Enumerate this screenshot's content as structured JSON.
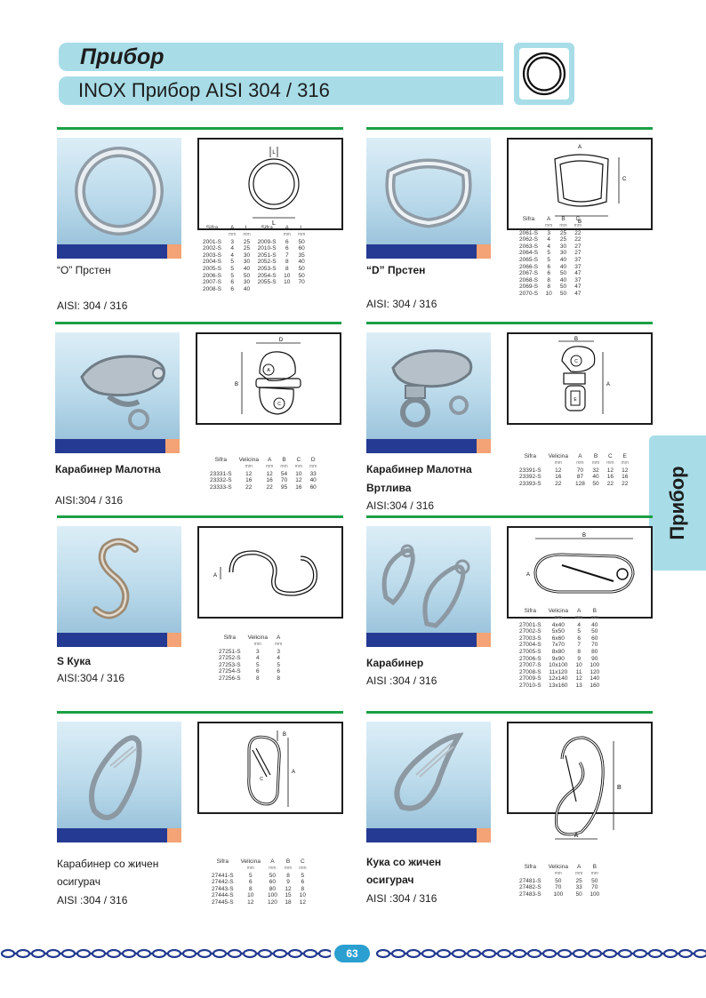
{
  "header": {
    "title": "Прибор",
    "subtitle": "INOX Прибор AISI 304 / 316"
  },
  "side_tab": "Прибор",
  "page_number": "63",
  "colors": {
    "header_bg": "#a8dde8",
    "green_rule": "#1aa045",
    "blue_bar": "#253a92",
    "orange_bar": "#f3a375",
    "chain": "#233a8f",
    "page_badge": "#2a9fd0"
  },
  "sections": [
    {
      "name_line1": "“O” Прстен",
      "name_line2": "",
      "material": "AISI: 304 / 316",
      "drawing_labels": [
        "L",
        "L"
      ],
      "headers": [
        "Sifra",
        "A",
        "L",
        "Sifra",
        "A",
        "L"
      ],
      "units": [
        "",
        "mm",
        "mm",
        "",
        "mm",
        "mm"
      ],
      "rows": [
        [
          "2001-S",
          "3",
          "25",
          "2009-S",
          "6",
          "50"
        ],
        [
          "2002-S",
          "4",
          "25",
          "2010-S",
          "6",
          "60"
        ],
        [
          "2003-S",
          "4",
          "30",
          "2051-S",
          "7",
          "35"
        ],
        [
          "2004-S",
          "5",
          "30",
          "2052-S",
          "8",
          "40"
        ],
        [
          "2005-S",
          "5",
          "40",
          "2053-S",
          "8",
          "50"
        ],
        [
          "2006-S",
          "5",
          "50",
          "2054-S",
          "10",
          "50"
        ],
        [
          "2007-S",
          "6",
          "30",
          "2055-S",
          "10",
          "70"
        ],
        [
          "2008-S",
          "6",
          "40",
          "",
          "",
          ""
        ]
      ]
    },
    {
      "name_line1": "“D” Прстен",
      "name_line2": "",
      "material": "AISI: 304 / 316",
      "drawing_labels": [
        "A",
        "C",
        "B"
      ],
      "headers": [
        "Sifra",
        "A",
        "B",
        "C"
      ],
      "units": [
        "",
        "mm",
        "mm",
        "mm"
      ],
      "rows": [
        [
          "2061-S",
          "3",
          "25",
          "22"
        ],
        [
          "2062-S",
          "4",
          "25",
          "22"
        ],
        [
          "2063-S",
          "4",
          "30",
          "27"
        ],
        [
          "2064-S",
          "5",
          "30",
          "27"
        ],
        [
          "2065-S",
          "5",
          "40",
          "37"
        ],
        [
          "2066-S",
          "6",
          "40",
          "37"
        ],
        [
          "2067-S",
          "6",
          "50",
          "47"
        ],
        [
          "2068-S",
          "8",
          "40",
          "37"
        ],
        [
          "2069-S",
          "8",
          "50",
          "47"
        ],
        [
          "2070-S",
          "10",
          "50",
          "47"
        ]
      ]
    },
    {
      "name_line1": "Карабинер Малотна",
      "name_line2": "",
      "material": "AISI:304 / 316",
      "drawing_labels": [
        "D",
        "A",
        "B",
        "C"
      ],
      "headers": [
        "Sifra",
        "Velicina",
        "A",
        "B",
        "C",
        "D"
      ],
      "units": [
        "",
        "mm",
        "mm",
        "mm",
        "mm",
        "mm"
      ],
      "rows": [
        [
          "23331-S",
          "12",
          "12",
          "54",
          "10",
          "33"
        ],
        [
          "23332-S",
          "16",
          "16",
          "70",
          "12",
          "40"
        ],
        [
          "23333-S",
          "22",
          "22",
          "95",
          "16",
          "60"
        ]
      ]
    },
    {
      "name_line1": "Карабинер Малотна",
      "name_line2": "Вртлива",
      "material": "AISI:304 / 316",
      "drawing_labels": [
        "B",
        "C",
        "A",
        "E"
      ],
      "headers": [
        "Sifra",
        "Velicina",
        "A",
        "B",
        "C",
        "E"
      ],
      "units": [
        "",
        "mm",
        "mm",
        "mm",
        "mm",
        "mm"
      ],
      "rows": [
        [
          "23391-S",
          "12",
          "70",
          "32",
          "12",
          "12"
        ],
        [
          "23392-S",
          "16",
          "87",
          "40",
          "16",
          "16"
        ],
        [
          "23393-S",
          "22",
          "128",
          "50",
          "22",
          "22"
        ]
      ]
    },
    {
      "name_line1": "S Кука",
      "name_line2": "",
      "material": "AISI:304 / 316",
      "drawing_labels": [
        "A"
      ],
      "headers": [
        "Sifra",
        "Velicina",
        "A"
      ],
      "units": [
        "",
        "mm",
        "mm"
      ],
      "rows": [
        [
          "27251-S",
          "3",
          "3"
        ],
        [
          "27252-S",
          "4",
          "4"
        ],
        [
          "27253-S",
          "5",
          "5"
        ],
        [
          "27254-S",
          "6",
          "6"
        ],
        [
          "27256-S",
          "8",
          "8"
        ]
      ]
    },
    {
      "name_line1": "Карабинер",
      "name_line2": "",
      "material": "AISI :304 / 316",
      "drawing_labels": [
        "B",
        "A"
      ],
      "headers": [
        "Sifra",
        "Velicina",
        "A",
        "B"
      ],
      "units": [
        "",
        "mm",
        "mm",
        "mm"
      ],
      "rows": [
        [
          "27001-S",
          "4x40",
          "4",
          "40"
        ],
        [
          "27002-S",
          "5x50",
          "5",
          "50"
        ],
        [
          "27003-S",
          "6x60",
          "6",
          "60"
        ],
        [
          "27004-S",
          "7x70",
          "7",
          "70"
        ],
        [
          "27005-S",
          "8x80",
          "8",
          "80"
        ],
        [
          "27006-S",
          "9x90",
          "9",
          "90"
        ],
        [
          "27007-S",
          "10x100",
          "10",
          "100"
        ],
        [
          "27008-S",
          "11x120",
          "11",
          "120"
        ],
        [
          "27009-S",
          "12x140",
          "12",
          "140"
        ],
        [
          "27010-S",
          "13x160",
          "13",
          "160"
        ]
      ]
    },
    {
      "name_line1": "Карабинер со жичен",
      "name_line2": "осигурач",
      "material": "AISI :304 / 316",
      "drawing_labels": [
        "B",
        "A",
        "C"
      ],
      "headers": [
        "Sifra",
        "Velicina",
        "A",
        "B",
        "C"
      ],
      "units": [
        "",
        "mm",
        "mm",
        "mm",
        "mm"
      ],
      "rows": [
        [
          "27441-S",
          "5",
          "50",
          "8",
          "5"
        ],
        [
          "27442-S",
          "6",
          "60",
          "9",
          "6"
        ],
        [
          "27443-S",
          "8",
          "80",
          "12",
          "8"
        ],
        [
          "27444-S",
          "10",
          "100",
          "15",
          "10"
        ],
        [
          "27445-S",
          "12",
          "120",
          "18",
          "12"
        ]
      ]
    },
    {
      "name_line1": "Кука со жичен",
      "name_line2": "осигурач",
      "material": "AISI :304 / 316",
      "drawing_labels": [
        "B",
        "A"
      ],
      "headers": [
        "Sifra",
        "Velicina",
        "A",
        "B"
      ],
      "units": [
        "",
        "mm",
        "mm",
        "mm"
      ],
      "rows": [
        [
          "27481-S",
          "50",
          "25",
          "50"
        ],
        [
          "27482-S",
          "70",
          "33",
          "70"
        ],
        [
          "27483-S",
          "100",
          "50",
          "100"
        ]
      ]
    }
  ]
}
